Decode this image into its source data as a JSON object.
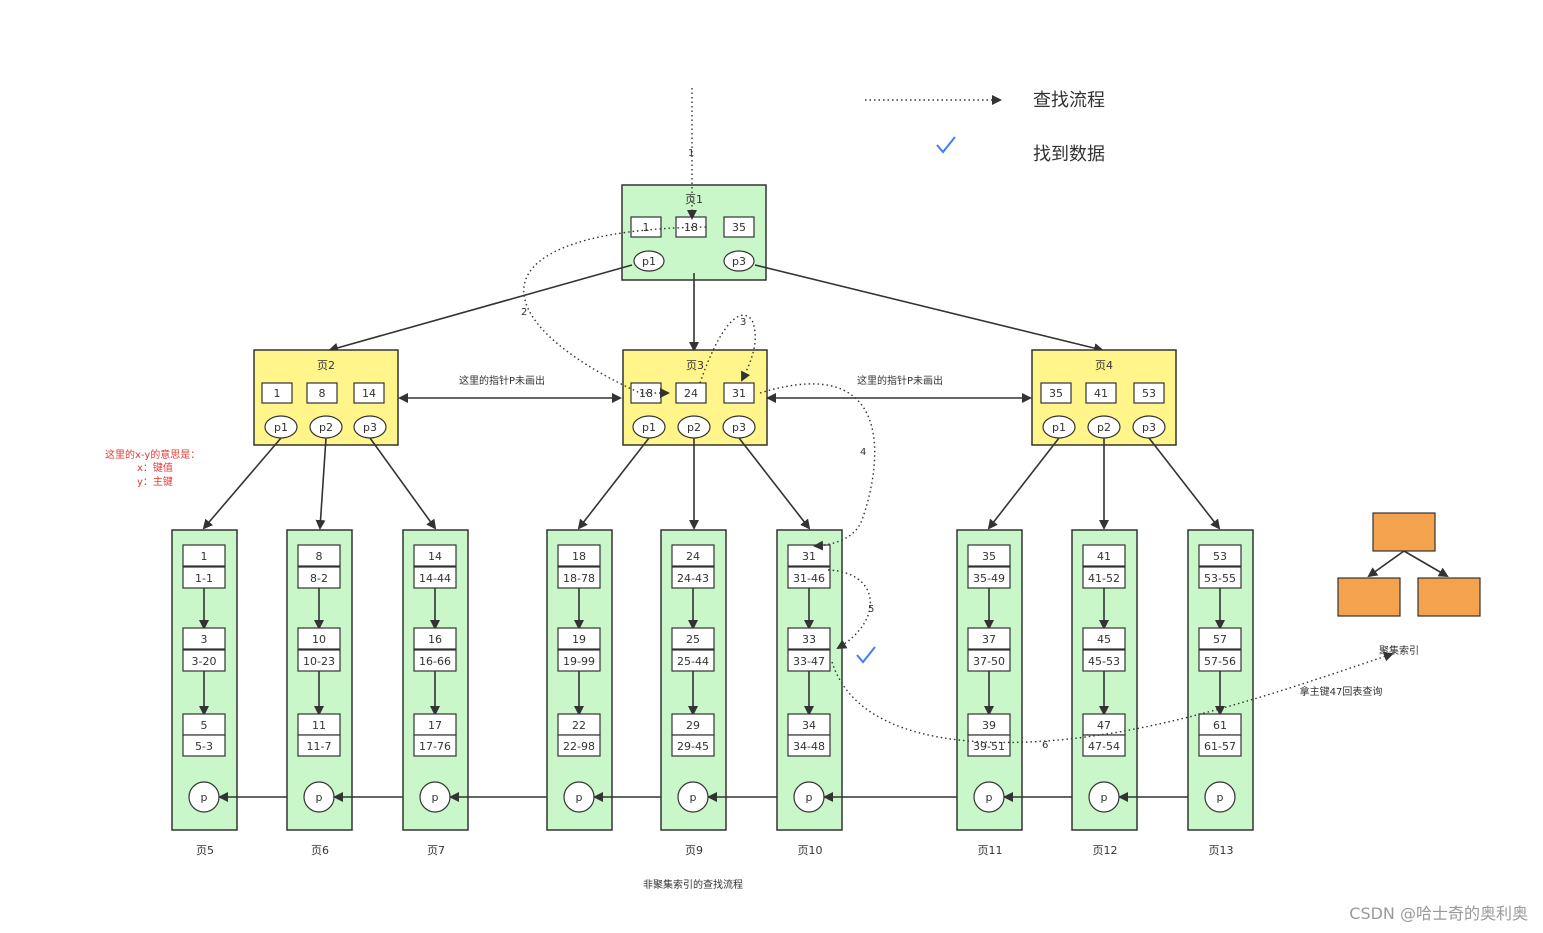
{
  "legend": {
    "search_flow": "查找流程",
    "found_data": "找到数据",
    "check_color": "#3b82f6"
  },
  "root": {
    "title": "页1",
    "keys": [
      "1",
      "18",
      "35"
    ],
    "pointers": [
      "p1",
      "p3"
    ]
  },
  "internal": [
    {
      "title": "页2",
      "keys": [
        "1",
        "8",
        "14"
      ],
      "pointers": [
        "p1",
        "p2",
        "p3"
      ]
    },
    {
      "title": "页3",
      "keys": [
        "18",
        "24",
        "31"
      ],
      "pointers": [
        "p1",
        "p2",
        "p3"
      ]
    },
    {
      "title": "页4",
      "keys": [
        "35",
        "41",
        "53"
      ],
      "pointers": [
        "p1",
        "p2",
        "p3"
      ]
    }
  ],
  "pointer_note": "这里的指针P未画出",
  "xy_note": [
    "这里的x-y的意思是：",
    "x：键值",
    "y：主键"
  ],
  "note_color": "#e53935",
  "leaves": [
    {
      "title": "页5",
      "entries": [
        [
          "1",
          "1-1"
        ],
        [
          "3",
          "3-20"
        ],
        [
          "5",
          "5-3"
        ]
      ]
    },
    {
      "title": "页6",
      "entries": [
        [
          "8",
          "8-2"
        ],
        [
          "10",
          "10-23"
        ],
        [
          "11",
          "11-7"
        ]
      ]
    },
    {
      "title": "页7",
      "entries": [
        [
          "14",
          "14-44"
        ],
        [
          "16",
          "16-66"
        ],
        [
          "17",
          "17-76"
        ]
      ]
    },
    {
      "title": "",
      "entries": [
        [
          "18",
          "18-78"
        ],
        [
          "19",
          "19-99"
        ],
        [
          "22",
          "22-98"
        ]
      ]
    },
    {
      "title": "页9",
      "entries": [
        [
          "24",
          "24-43"
        ],
        [
          "25",
          "25-44"
        ],
        [
          "29",
          "29-45"
        ]
      ]
    },
    {
      "title": "页10",
      "entries": [
        [
          "31",
          "31-46"
        ],
        [
          "33",
          "33-47"
        ],
        [
          "34",
          "34-48"
        ]
      ]
    },
    {
      "title": "页11",
      "entries": [
        [
          "35",
          "35-49"
        ],
        [
          "37",
          "37-50"
        ],
        [
          "39",
          "39-51"
        ]
      ]
    },
    {
      "title": "页12",
      "entries": [
        [
          "41",
          "41-52"
        ],
        [
          "45",
          "45-53"
        ],
        [
          "47",
          "47-54"
        ]
      ]
    },
    {
      "title": "页13",
      "entries": [
        [
          "53",
          "53-55"
        ],
        [
          "57",
          "57-56"
        ],
        [
          "61",
          "61-57"
        ]
      ]
    }
  ],
  "leaf_pointer": "p",
  "step_labels": [
    "1",
    "2",
    "3",
    "4",
    "5",
    "6"
  ],
  "cluster_label": "聚集索引",
  "lookup_label": "拿主键47回表查询",
  "caption": "非聚集索引的查找流程",
  "watermark": "CSDN @哈士奇的奥利奥",
  "colors": {
    "green": "#c9f7c9",
    "yellow": "#fff58a",
    "orange": "#f4a24e"
  }
}
